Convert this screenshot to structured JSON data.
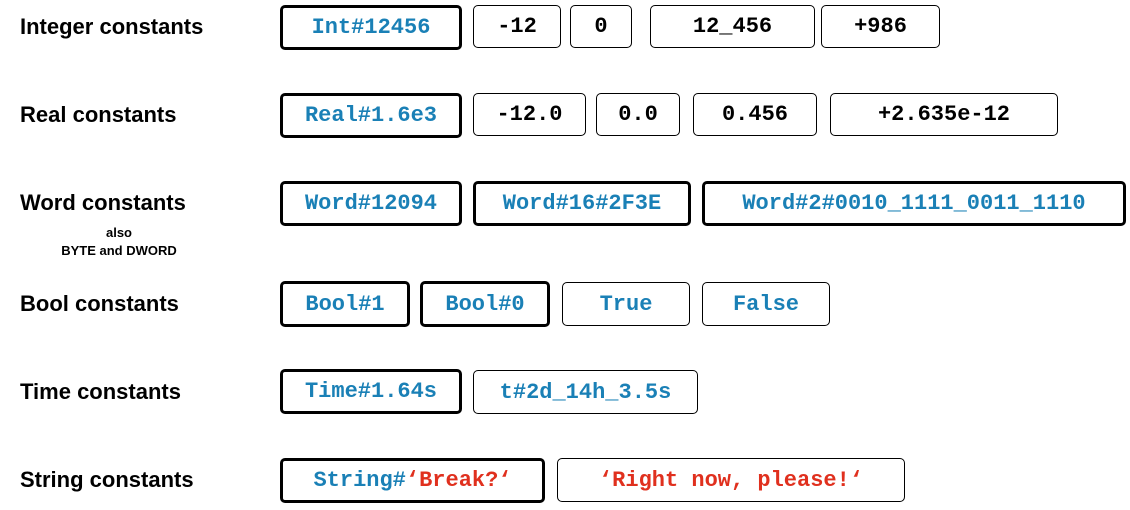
{
  "rows": {
    "integer": {
      "label": "Integer constants",
      "items": [
        "Int#12456",
        "-12",
        "0",
        "12_456",
        "+986"
      ]
    },
    "real": {
      "label": "Real constants",
      "items": [
        "Real#1.6e3",
        "-12.0",
        "0.0",
        "0.456",
        "+2.635e-12"
      ]
    },
    "word": {
      "label": "Word constants",
      "note_line1": "also",
      "note_line2": "BYTE and DWORD",
      "items": [
        "Word#12094",
        "Word#16#2F3E",
        "Word#2#0010_1111_0011_1110"
      ]
    },
    "bool": {
      "label": "Bool constants",
      "items": [
        "Bool#1",
        "Bool#0",
        "True",
        "False"
      ]
    },
    "time": {
      "label": "Time constants",
      "items": [
        "Time#1.64s",
        "t#2d_14h_3.5s"
      ]
    },
    "string": {
      "label": "String constants",
      "item1_prefix": "String#",
      "item1_value": "‘Break?‘",
      "item2_value": "‘Right now, please!‘"
    }
  },
  "colors": {
    "blue": "#1a80b6",
    "red": "#e0301e",
    "black": "#000000"
  }
}
